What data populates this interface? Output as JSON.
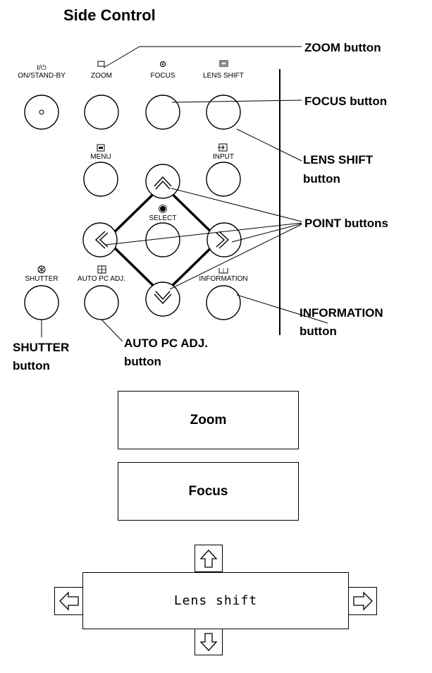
{
  "title": "Side Control",
  "panel_labels": {
    "power_symbol": "I/⏻",
    "on_standby": "ON/STAND-BY",
    "zoom": "ZOOM",
    "focus": "FOCUS",
    "lens_shift": "LENS SHIFT",
    "menu": "MENU",
    "input": "INPUT",
    "select": "SELECT",
    "shutter": "SHUTTER",
    "auto_pc_adj": "AUTO PC ADJ.",
    "information": "INFORMATION"
  },
  "callouts": {
    "zoom_button": "ZOOM button",
    "focus_button": "FOCUS button",
    "lens_shift_line1": "LENS SHIFT",
    "lens_shift_line2": "button",
    "point_buttons": "POINT buttons",
    "information_line1": "INFORMATION",
    "information_line2": "button",
    "shutter_line1": "SHUTTER",
    "shutter_line2": "button",
    "auto_pc_line1": "AUTO PC ADJ.",
    "auto_pc_line2": "button"
  },
  "osd": {
    "zoom": "Zoom",
    "focus": "Focus",
    "lens_shift": "Lens shift"
  },
  "icons": [
    "power-icon",
    "zoom-icon",
    "focus-icon",
    "lens-shift-icon",
    "menu-icon",
    "input-icon",
    "select-icon",
    "shutter-icon",
    "auto-pc-icon",
    "information-icon",
    "arrow-up-icon",
    "arrow-down-icon",
    "arrow-left-icon",
    "arrow-right-icon"
  ]
}
